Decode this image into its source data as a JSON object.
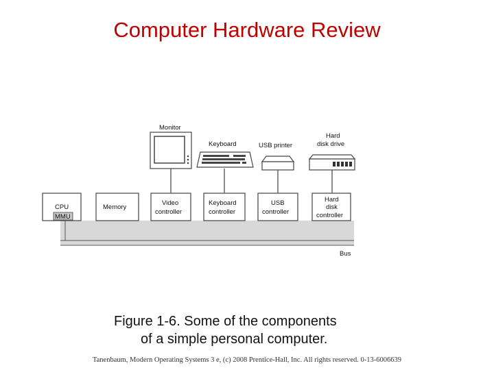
{
  "slide": {
    "title": "Computer Hardware Review",
    "caption_line1": "Figure 1-6. Some of the components",
    "caption_line2": "of a simple personal computer.",
    "footer": "Tanenbaum, Modern Operating Systems 3 e, (c) 2008 Prentice-Hall, Inc. All rights reserved. 0-13-6006639"
  },
  "diagram": {
    "devices": {
      "monitor": "Monitor",
      "keyboard": "Keyboard",
      "usb_printer": "USB printer",
      "hard_disk_line1": "Hard",
      "hard_disk_line2": "disk drive"
    },
    "components": {
      "cpu": "CPU",
      "mmu": "MMU",
      "memory": "Memory",
      "video_line1": "Video",
      "video_line2": "controller",
      "keyboard_ctrl_line1": "Keyboard",
      "keyboard_ctrl_line2": "controller",
      "usb_ctrl_line1": "USB",
      "usb_ctrl_line2": "controller",
      "disk_ctrl_line1": "Hard",
      "disk_ctrl_line2": "disk",
      "disk_ctrl_line3": "controller"
    },
    "bus": "Bus"
  }
}
